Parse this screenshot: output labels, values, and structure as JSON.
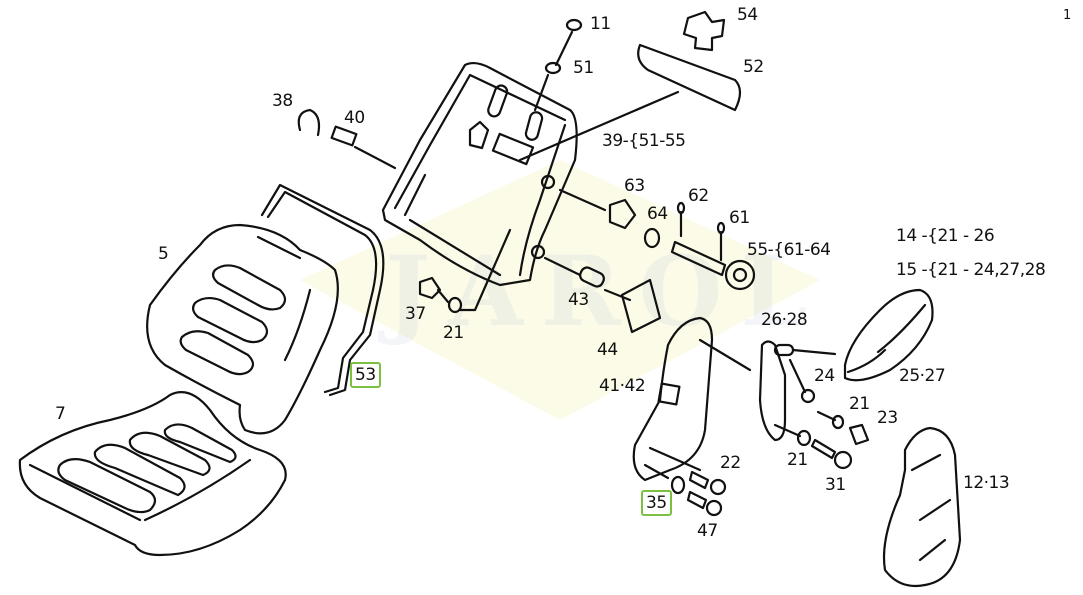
{
  "page_number": "1",
  "watermark": "JAROL",
  "colors": {
    "highlight": "#7bc043",
    "line": "#111111",
    "watermark_fill": "#fbfbe6"
  },
  "labels": {
    "p11": "11",
    "p51": "51",
    "p54": "54",
    "p52": "52",
    "p38": "38",
    "p40": "40",
    "p39": "39-{51-55",
    "p63": "63",
    "p62": "62",
    "p64": "64",
    "p61": "61",
    "p55": "55-{61-64",
    "p14": "14 -{21 - 26",
    "p15": "15 -{21 - 24,27,28",
    "p5": "5",
    "p7": "7",
    "p53": "53",
    "p37": "37",
    "p21a": "21",
    "p43": "43",
    "p44": "44",
    "p2628": "26·28",
    "p24": "24",
    "p2527": "25·27",
    "p4142": "41·42",
    "p21b": "21",
    "p23": "23",
    "p21c": "21",
    "p22": "22",
    "p31": "31",
    "p35": "35",
    "p47": "47",
    "p1213": "12·13"
  },
  "highlighted_parts": [
    "53",
    "35"
  ]
}
